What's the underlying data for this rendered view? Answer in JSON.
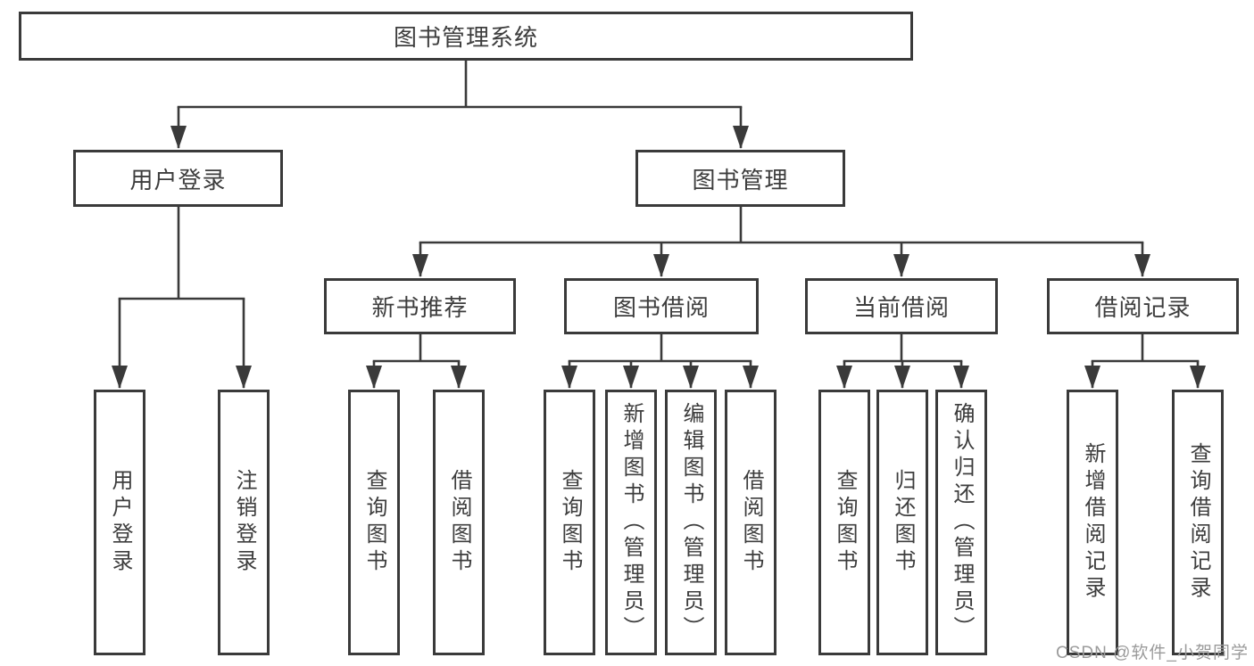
{
  "diagram": {
    "type": "hierarchy-tree",
    "root": {
      "label": "图书管理系统"
    },
    "level2": [
      {
        "label": "用户登录",
        "parent": "图书管理系统"
      },
      {
        "label": "图书管理",
        "parent": "图书管理系统"
      }
    ],
    "level3": [
      {
        "label": "新书推荐",
        "parent": "图书管理"
      },
      {
        "label": "图书借阅",
        "parent": "图书管理"
      },
      {
        "label": "当前借阅",
        "parent": "图书管理"
      },
      {
        "label": "借阅记录",
        "parent": "图书管理"
      }
    ],
    "leaves": [
      {
        "label": "用户登录",
        "parent": "用户登录"
      },
      {
        "label": "注销登录",
        "parent": "用户登录"
      },
      {
        "label": "查询图书",
        "parent": "新书推荐"
      },
      {
        "label": "借阅图书",
        "parent": "新书推荐"
      },
      {
        "label": "查询图书",
        "parent": "图书借阅"
      },
      {
        "label": "新增图书（管理员）",
        "parent": "图书借阅"
      },
      {
        "label": "编辑图书（管理员）",
        "parent": "图书借阅"
      },
      {
        "label": "借阅图书",
        "parent": "图书借阅"
      },
      {
        "label": "查询图书",
        "parent": "当前借阅"
      },
      {
        "label": "归还图书",
        "parent": "当前借阅"
      },
      {
        "label": "确认归还（管理员）",
        "parent": "当前借阅"
      },
      {
        "label": "新增借阅记录",
        "parent": "借阅记录"
      },
      {
        "label": "查询借阅记录",
        "parent": "借阅记录"
      }
    ]
  },
  "colors": {
    "line": "#3a3a3a",
    "border": "#3a3a3a",
    "text": "#3d3d3d",
    "watermark": "#9b9b9b",
    "background": "#ffffff"
  },
  "watermark": "CSDN @软件_小贺同学"
}
